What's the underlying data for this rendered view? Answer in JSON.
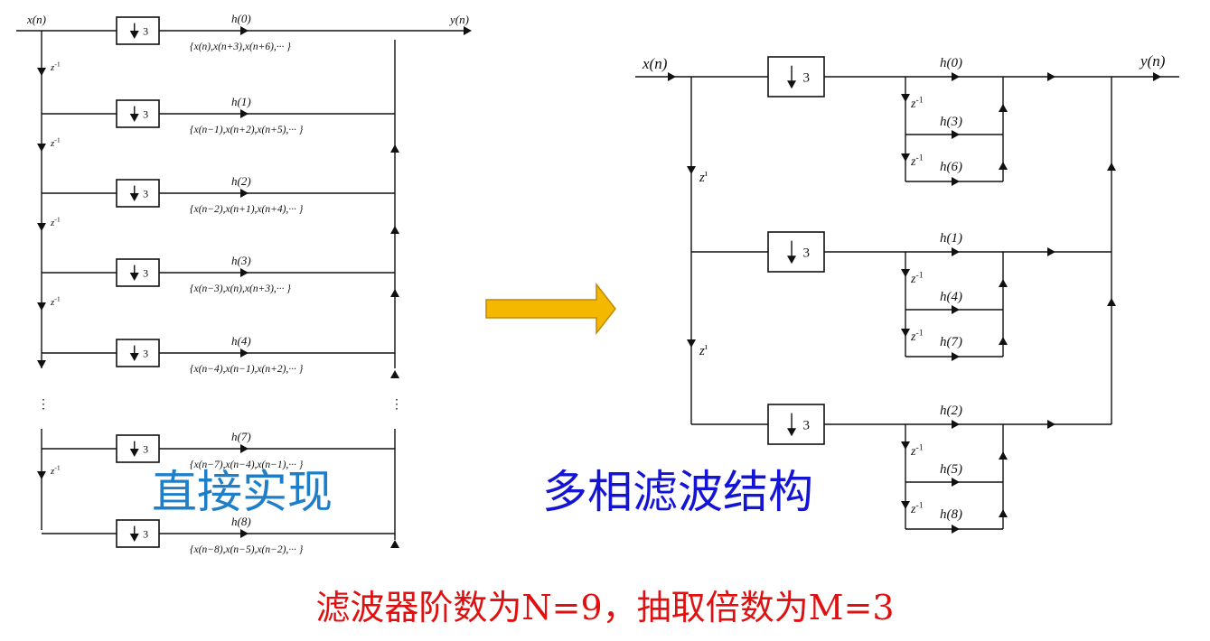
{
  "direct": {
    "input_label": "x(n)",
    "output_label": "y(n)",
    "delay_label": "z",
    "delay_exp": "-1",
    "decimator_label": "3",
    "vdots": "⋮",
    "branches": [
      {
        "coef": "h(0)",
        "seq": "{x(n),x(n+3),x(n+6),··· }"
      },
      {
        "coef": "h(1)",
        "seq": "{x(n−1),x(n+2),x(n+5),··· }"
      },
      {
        "coef": "h(2)",
        "seq": "{x(n−2),x(n+1),x(n+4),··· }"
      },
      {
        "coef": "h(3)",
        "seq": "{x(n−3),x(n),x(n+3),··· }"
      },
      {
        "coef": "h(4)",
        "seq": "{x(n−4),x(n−1),x(n+2),··· }"
      },
      {
        "coef": "h(7)",
        "seq": "{x(n−7),x(n−4),x(n−1),··· }"
      },
      {
        "coef": "h(8)",
        "seq": "{x(n−8),x(n−5),x(n−2),··· }"
      }
    ]
  },
  "polyphase": {
    "input_label": "x(n)",
    "output_label": "y(n)",
    "delay_label": "z",
    "delay_exp": "-1",
    "outer_delay_exp": "ı",
    "decimator_label": "3",
    "branches": [
      {
        "c0": "h(0)",
        "c1": "h(3)",
        "c2": "h(6)"
      },
      {
        "c0": "h(1)",
        "c1": "h(4)",
        "c2": "h(7)"
      },
      {
        "c0": "h(2)",
        "c1": "h(5)",
        "c2": "h(8)"
      }
    ]
  },
  "arrow_color": "#f5b800",
  "captions": {
    "direct": "直接实现",
    "polyphase": "多相滤波结构",
    "bottom": "滤波器阶数为N=9，抽取倍数为M=3"
  },
  "colors": {
    "direct_caption": "#1e7fc8",
    "polyphase_caption": "#1414d4",
    "bottom_caption": "#e01010"
  }
}
